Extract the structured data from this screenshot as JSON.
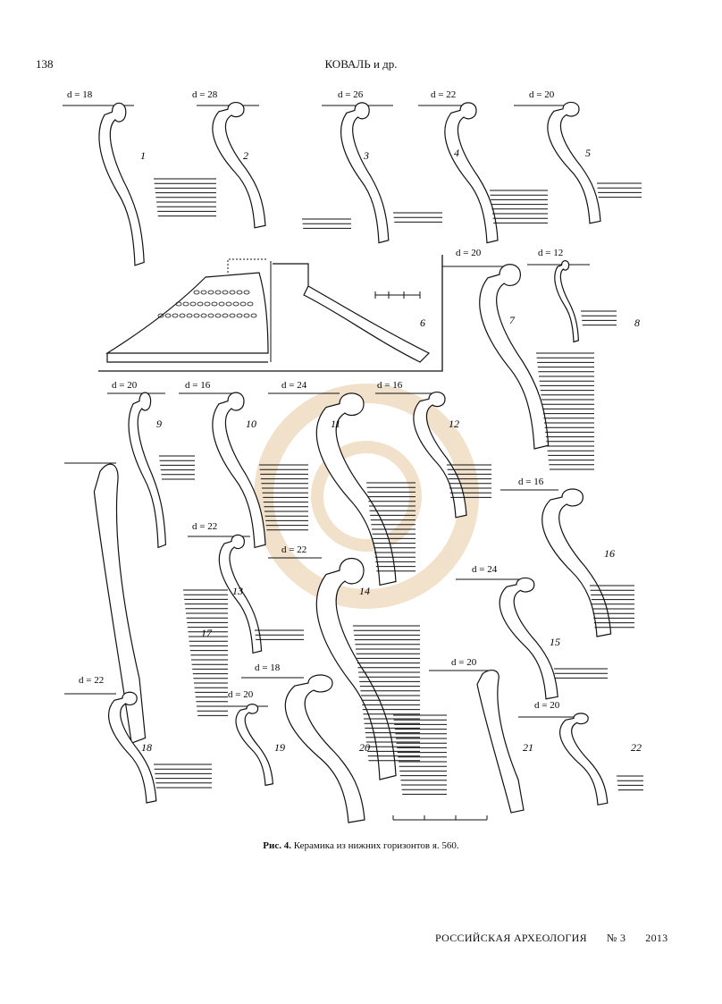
{
  "header": {
    "page_number": "138",
    "running_title": "КОВАЛЬ и др."
  },
  "figure": {
    "fragments": [
      {
        "number": "1",
        "diameter": "d = 18"
      },
      {
        "number": "2",
        "diameter": "d = 28"
      },
      {
        "number": "3",
        "diameter": "d = 26"
      },
      {
        "number": "4",
        "diameter": "d = 22"
      },
      {
        "number": "5",
        "diameter": "d = 20"
      },
      {
        "number": "6",
        "diameter": null
      },
      {
        "number": "7",
        "diameter": "d = 20"
      },
      {
        "number": "8",
        "diameter": "d = 12"
      },
      {
        "number": "9",
        "diameter": "d = 20"
      },
      {
        "number": "10",
        "diameter": "d = 16"
      },
      {
        "number": "11",
        "diameter": "d = 24"
      },
      {
        "number": "12",
        "diameter": "d = 16"
      },
      {
        "number": "13",
        "diameter": "d = 22"
      },
      {
        "number": "14",
        "diameter": "d = 22"
      },
      {
        "number": "15",
        "diameter": "d = 24"
      },
      {
        "number": "16",
        "diameter": "d = 16"
      },
      {
        "number": "17",
        "diameter": null
      },
      {
        "number": "18",
        "diameter": "d = 22"
      },
      {
        "number": "19",
        "diameter": "d = 20"
      },
      {
        "number": "20",
        "diameter": "d = 18"
      },
      {
        "number": "21",
        "diameter": "d = 20"
      },
      {
        "number": "22",
        "diameter": "d = 20"
      }
    ],
    "watermark_color": "#e8c9a0"
  },
  "caption": {
    "label": "Рис. 4.",
    "text": " Керамика из нижних горизонтов я. 560."
  },
  "footer": {
    "journal": "РОССИЙСКАЯ  АРХЕОЛОГИЯ",
    "issue": "№ 3",
    "year": "2013"
  }
}
